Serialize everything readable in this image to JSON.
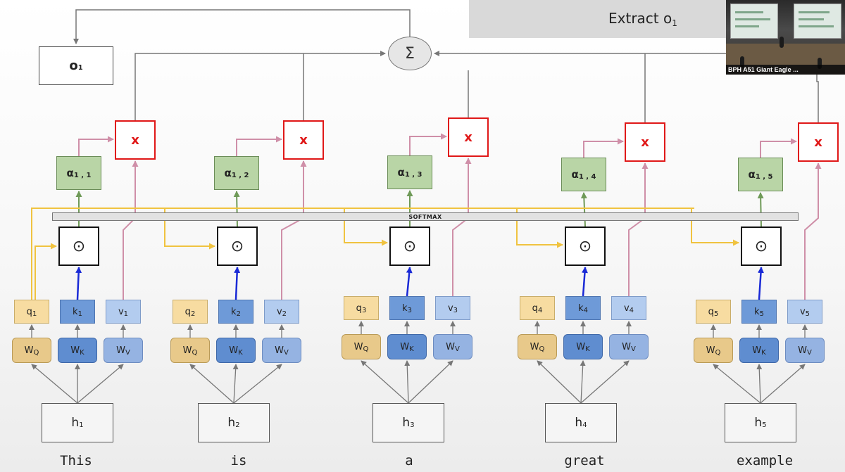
{
  "header": {
    "title_base": "Extract o",
    "title_sub": "1"
  },
  "output": {
    "label": "o",
    "sub": "1"
  },
  "sum": {
    "symbol": "Σ"
  },
  "softmax": {
    "label": "SOFTMAX"
  },
  "video": {
    "caption": "BPH A51 Giant Eagle ..."
  },
  "colors": {
    "query_path": "#f0c340",
    "key_arrow": "#1a2ad6",
    "value_path": "#cf8fa8",
    "alpha_out": "#6f9a58",
    "neutral": "#777777",
    "mult_border": "#e01818"
  },
  "columns": [
    {
      "word": "This",
      "h": "h",
      "h_sub": "1",
      "q": "q",
      "q_sub": "1",
      "k": "k",
      "k_sub": "1",
      "v": "v",
      "v_sub": "1",
      "wq": "W",
      "wq_sub": "Q",
      "wk": "W",
      "wk_sub": "K",
      "wv": "W",
      "wv_sub": "V",
      "alpha": "α",
      "alpha_sub": "1 , 1",
      "dot": "⊙",
      "mult": "x"
    },
    {
      "word": "is",
      "h": "h",
      "h_sub": "2",
      "q": "q",
      "q_sub": "2",
      "k": "k",
      "k_sub": "2",
      "v": "v",
      "v_sub": "2",
      "wq": "W",
      "wq_sub": "Q",
      "wk": "W",
      "wk_sub": "K",
      "wv": "W",
      "wv_sub": "V",
      "alpha": "α",
      "alpha_sub": "1 , 2",
      "dot": "⊙",
      "mult": "x"
    },
    {
      "word": "a",
      "h": "h",
      "h_sub": "3",
      "q": "q",
      "q_sub": "3",
      "k": "k",
      "k_sub": "3",
      "v": "v",
      "v_sub": "3",
      "wq": "W",
      "wq_sub": "Q",
      "wk": "W",
      "wk_sub": "K",
      "wv": "W",
      "wv_sub": "V",
      "alpha": "α",
      "alpha_sub": "1 , 3",
      "dot": "⊙",
      "mult": "x"
    },
    {
      "word": "great",
      "h": "h",
      "h_sub": "4",
      "q": "q",
      "q_sub": "4",
      "k": "k",
      "k_sub": "4",
      "v": "v",
      "v_sub": "4",
      "wq": "W",
      "wq_sub": "Q",
      "wk": "W",
      "wk_sub": "K",
      "wv": "W",
      "wv_sub": "V",
      "alpha": "α",
      "alpha_sub": "1 , 4",
      "dot": "⊙",
      "mult": "x"
    },
    {
      "word": "example",
      "h": "h",
      "h_sub": "5",
      "q": "q",
      "q_sub": "5",
      "k": "k",
      "k_sub": "5",
      "v": "v",
      "v_sub": "5",
      "wq": "W",
      "wq_sub": "Q",
      "wk": "W",
      "wk_sub": "K",
      "wv": "W",
      "wv_sub": "V",
      "alpha": "α",
      "alpha_sub": "1 , 5",
      "dot": "⊙",
      "mult": "x"
    }
  ]
}
